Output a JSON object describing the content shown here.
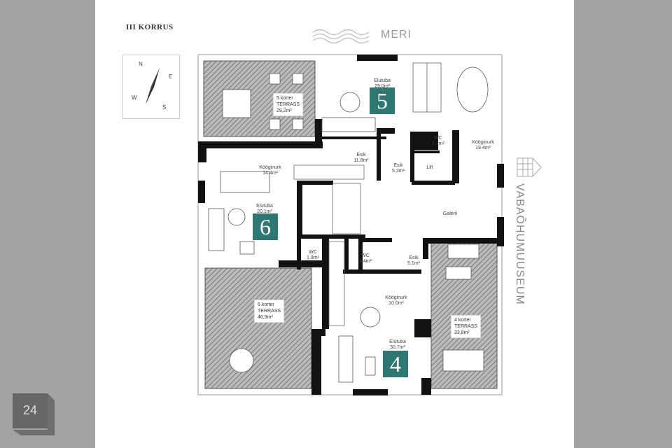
{
  "floor_title": "III KORRUS",
  "north_label": "MERI",
  "east_label": "VABAÕHUMUUSEUM",
  "compass": {
    "n": "N",
    "e": "E",
    "s": "S",
    "w": "W"
  },
  "apartments": [
    {
      "number": "5"
    },
    {
      "number": "6"
    },
    {
      "number": "4"
    }
  ],
  "terraces": [
    {
      "apartment": "5 korter",
      "name": "TERRASS",
      "area": "29,2m²"
    },
    {
      "apartment": "6 korter",
      "name": "TERRASS",
      "area": "46,9m²"
    },
    {
      "apartment": "4 korter",
      "name": "TERRASS",
      "area": "33,8m²"
    }
  ],
  "rooms": [
    {
      "name": "Elutuba",
      "area": "29.0m²"
    },
    {
      "name": "Kööginurk",
      "area": "19.4m²"
    },
    {
      "name": "WC",
      "area": "1.2m²"
    },
    {
      "name": "Esik",
      "area": "11.8m²"
    },
    {
      "name": "Esik",
      "area": "5.3m²"
    },
    {
      "name": "Lift",
      "area": ""
    },
    {
      "name": "Kööginurk",
      "area": "14.4m²"
    },
    {
      "name": "Elutuba",
      "area": "20.1m²"
    },
    {
      "name": "Galerii",
      "area": ""
    },
    {
      "name": "WC",
      "area": "1.9m²"
    },
    {
      "name": "WC",
      "area": "1.4m²"
    },
    {
      "name": "Esik",
      "area": "5.1m²"
    },
    {
      "name": "Kööginurk",
      "area": "10.0m²"
    },
    {
      "name": "Elutuba",
      "area": "30.7m²"
    }
  ],
  "badge": "24",
  "colors": {
    "accent": "#2f7772",
    "background": "#a3a3a3",
    "wall": "#111111"
  }
}
